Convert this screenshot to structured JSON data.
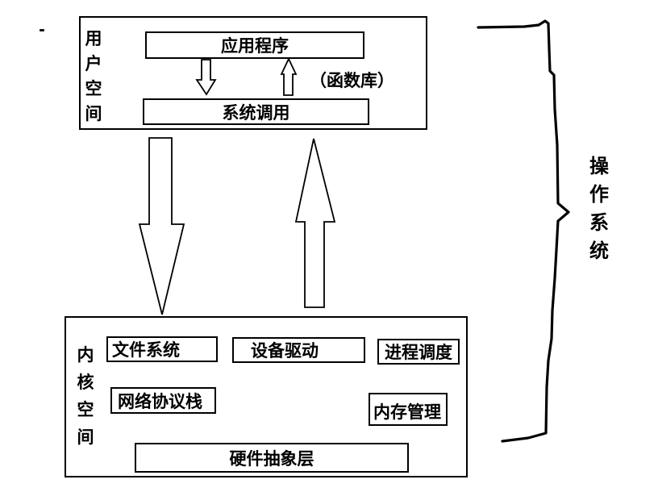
{
  "colors": {
    "ink": "#000000",
    "background": "#ffffff"
  },
  "user_space": {
    "label": "用户空间",
    "application": "应用程序",
    "system_call": "系统调用",
    "library_note": "（函数库）"
  },
  "kernel_space": {
    "label": "内核空间",
    "file_system": "文件系统",
    "device_driver": "设备驱动",
    "process_scheduling": "进程调度",
    "network_stack": "网络协议栈",
    "memory_management": "内存管理",
    "hardware_abstraction": "硬件抽象层"
  },
  "os_label": "操作系统",
  "icons": {
    "app_to_syscall": "small-down-arrow",
    "syscall_to_app": "small-up-arrow",
    "user_to_kernel": "big-down-arrow",
    "kernel_to_user": "big-up-arrow",
    "os_grouping": "right-curly-brace"
  }
}
